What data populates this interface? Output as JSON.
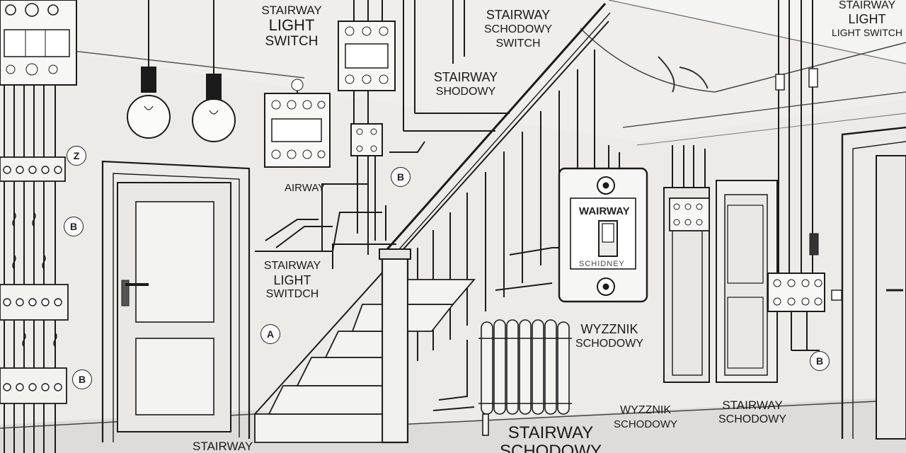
{
  "labels": {
    "top_center": [
      "STAIRWAY",
      "LIGHT",
      "SWITCH"
    ],
    "top_right_mid": [
      "STAIRWAY",
      "SCHODOWY",
      "SWITCH"
    ],
    "mid_shodowy": [
      "STAIRWAY",
      "SHODOWY"
    ],
    "top_right_corner": [
      "STAIRWAY",
      "LIGHT",
      "LIGHT SWITCH"
    ],
    "airway": "AIRWAY",
    "left_mid": [
      "STAIRWAY",
      "LIGHT",
      "SWITDCH"
    ],
    "plate_word": "WAIRWAY",
    "plate_sub": "SCHIDNEY",
    "wyzznik_schodowy_1": [
      "WYZZNIK",
      "SCHODOWY"
    ],
    "wyzznik_schodowy_2": [
      "WYZZNIK",
      "SCHODOWY"
    ],
    "stairway_schodowy_right": [
      "STAIRWAY",
      "SCHODOWY"
    ],
    "bottom_center": [
      "STAIRWAY",
      "SCHODOWY"
    ],
    "bottom_left": "STAIRWAY"
  },
  "markers": {
    "left_z": "Z",
    "left_b1": "B",
    "left_b2": "B",
    "mid_a": "A",
    "mid_b": "B",
    "right_b": "B"
  },
  "colors": {
    "ink": "#1b1b1b",
    "paper": "#f4f4f2",
    "wall": "#ecebe8",
    "floor": "#dedcd8"
  }
}
